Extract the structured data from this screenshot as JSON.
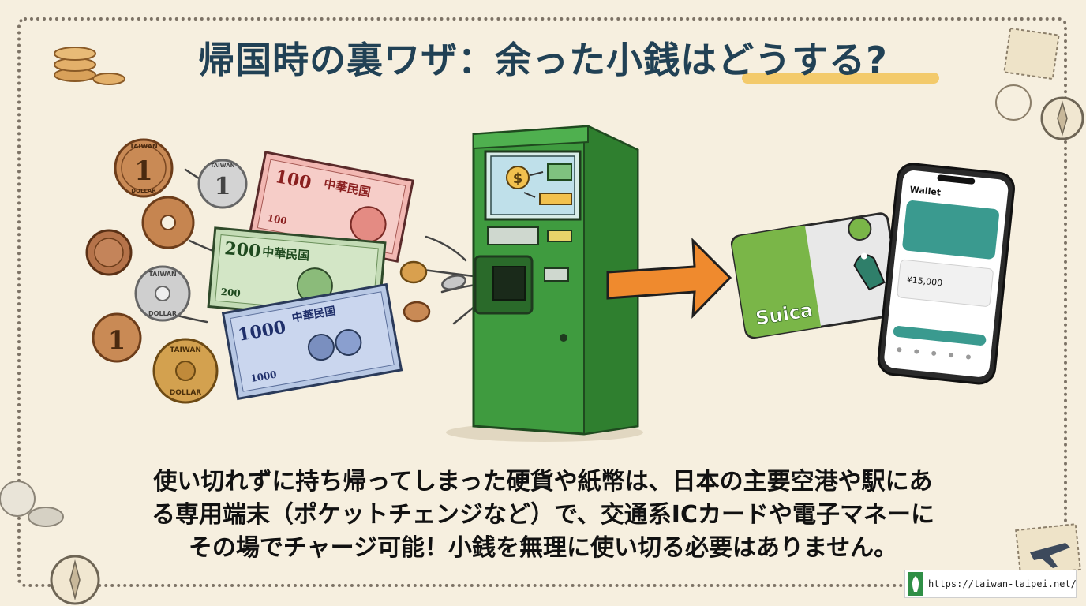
{
  "title": "帰国時の裏ワザ：余った小銭はどうする?",
  "coins": {
    "taiwan_label": "TAIWAN",
    "dollar_label": "DOLLAR",
    "one": "1"
  },
  "banknotes": {
    "note_100": {
      "value": "100",
      "issuer": "中華民国"
    },
    "note_200": {
      "value": "200",
      "issuer": "中華民国"
    },
    "note_1000": {
      "value": "1000",
      "issuer": "中華民国"
    }
  },
  "machine": {
    "screen_currency": "$"
  },
  "suica": {
    "label": "Suica"
  },
  "phone": {
    "app_title": "Wallet",
    "balance": "¥15,000"
  },
  "caption": {
    "line1": "使い切れずに持ち帰ってしまった硬貨や紙幣は、日本の主要空港や駅にあ",
    "line2": "る専用端末（ポケットチェンジなど）で、交通系ICカードや電子マネーに",
    "line3": "その場でチャージ可能！小銭を無理に使い切る必要はありません。"
  },
  "footer": {
    "url": "https://taiwan-taipei.net/"
  },
  "colors": {
    "title": "#214155",
    "machine_green": "#3f9b3f",
    "arrow_orange": "#ef8a2e",
    "suica_green": "#7ab648",
    "background": "#f6efdf"
  }
}
